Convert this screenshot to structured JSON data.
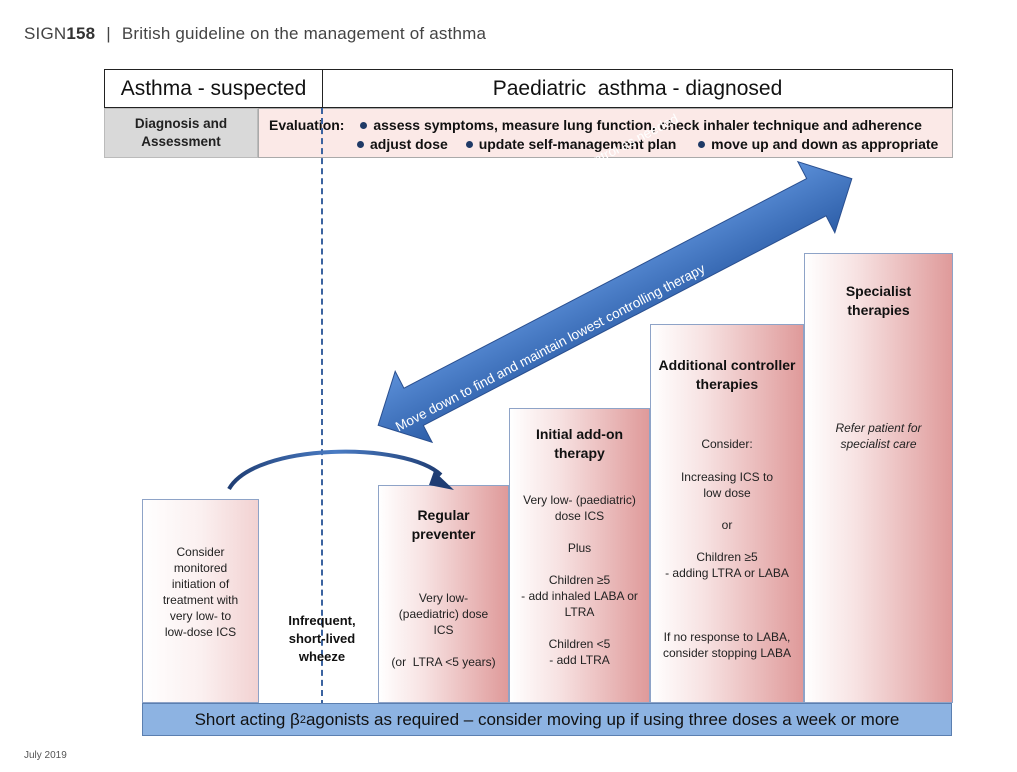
{
  "header": {
    "sign": "SIGN",
    "number": "158",
    "sep": "|",
    "title": "British guideline on the management of asthma"
  },
  "top_boxes": {
    "suspected": "Asthma - suspected",
    "diagnosed": "Paediatric  asthma - diagnosed"
  },
  "assessment": {
    "diagnosis_line1": "Diagnosis and",
    "diagnosis_line2": "Assessment",
    "eval_label": "Evaluation:",
    "bullets_row1": [
      "assess symptoms, measure lung function, check inhaler technique and adherence"
    ],
    "bullets_row2": [
      "adjust dose",
      "update self-management plan",
      "move up and down as appropriate"
    ]
  },
  "arrow": {
    "up_text": "Move up to improve control as needed",
    "down_text": "Move down to find and maintain lowest controlling therapy"
  },
  "steps": {
    "consider": [
      "Consider",
      "monitored",
      "initiation of",
      "treatment with",
      "very low- to",
      "low-dose ICS"
    ],
    "wheeze": [
      "Infrequent,",
      "short-lived",
      "wheeze"
    ],
    "regular": {
      "title": [
        "Regular",
        "preventer"
      ],
      "body": [
        "Very low-",
        "(paediatric) dose",
        "ICS"
      ],
      "note": "(or  LTRA <5 years)"
    },
    "initial": {
      "title": [
        "Initial add-on",
        "therapy"
      ],
      "body1": [
        "Very low- (paediatric)",
        "dose ICS"
      ],
      "plus": "Plus",
      "body2": [
        "Children ≥5",
        "- add inhaled LABA or",
        "LTRA"
      ],
      "body3": [
        "Children <5",
        "- add LTRA"
      ]
    },
    "additional": {
      "title": [
        "Additional controller",
        "therapies"
      ],
      "consider": "Consider:",
      "body1": [
        "Increasing ICS to",
        "low dose"
      ],
      "or": "or",
      "body2": [
        "Children ≥5",
        "- adding LTRA or LABA"
      ],
      "body3": [
        "If no response to LABA,",
        "consider stopping LABA"
      ]
    },
    "specialist": {
      "title": [
        "Specialist",
        "therapies"
      ],
      "body": [
        "Refer patient for",
        "specialist care"
      ]
    }
  },
  "bottom": {
    "pre": "Short acting β",
    "sub": "2",
    "post": "agonists as required – consider moving up if using three doses a week or more"
  },
  "footer": "July 2019",
  "colors": {
    "arrow": "#3e6fb8",
    "bar": "#8db3e2",
    "step_red": "#df9a9a"
  }
}
